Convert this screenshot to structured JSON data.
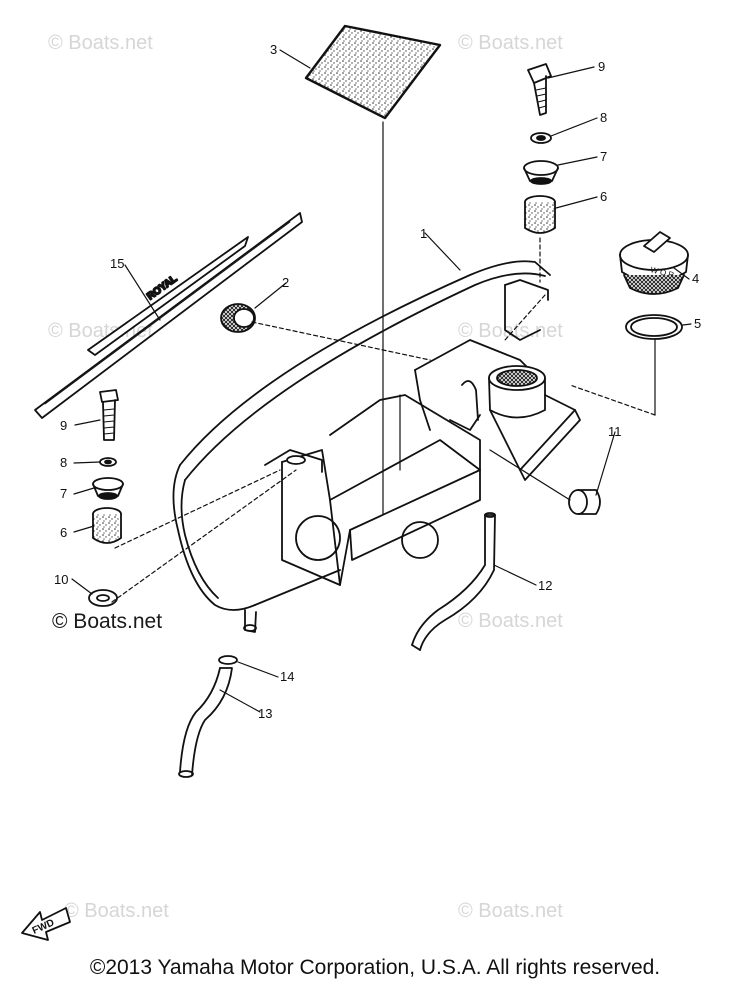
{
  "watermarks": {
    "text": "© Boats.net",
    "prominent": "© Boats.net"
  },
  "callouts": {
    "c1": "1",
    "c2": "2",
    "c3": "3",
    "c4": "4",
    "c5": "5",
    "c6a": "6",
    "c6b": "6",
    "c7a": "7",
    "c7b": "7",
    "c8a": "8",
    "c8b": "8",
    "c9a": "9",
    "c9b": "9",
    "c10": "10",
    "c11": "11",
    "c12": "12",
    "c13": "13",
    "c14": "14",
    "c15": "15"
  },
  "fwd_label": "FWD",
  "copyright": "©2013 Yamaha Motor Corporation, U.S.A. All rights reserved.",
  "colors": {
    "ink": "#111111",
    "watermark": "#d6d6d6",
    "background": "#ffffff"
  }
}
